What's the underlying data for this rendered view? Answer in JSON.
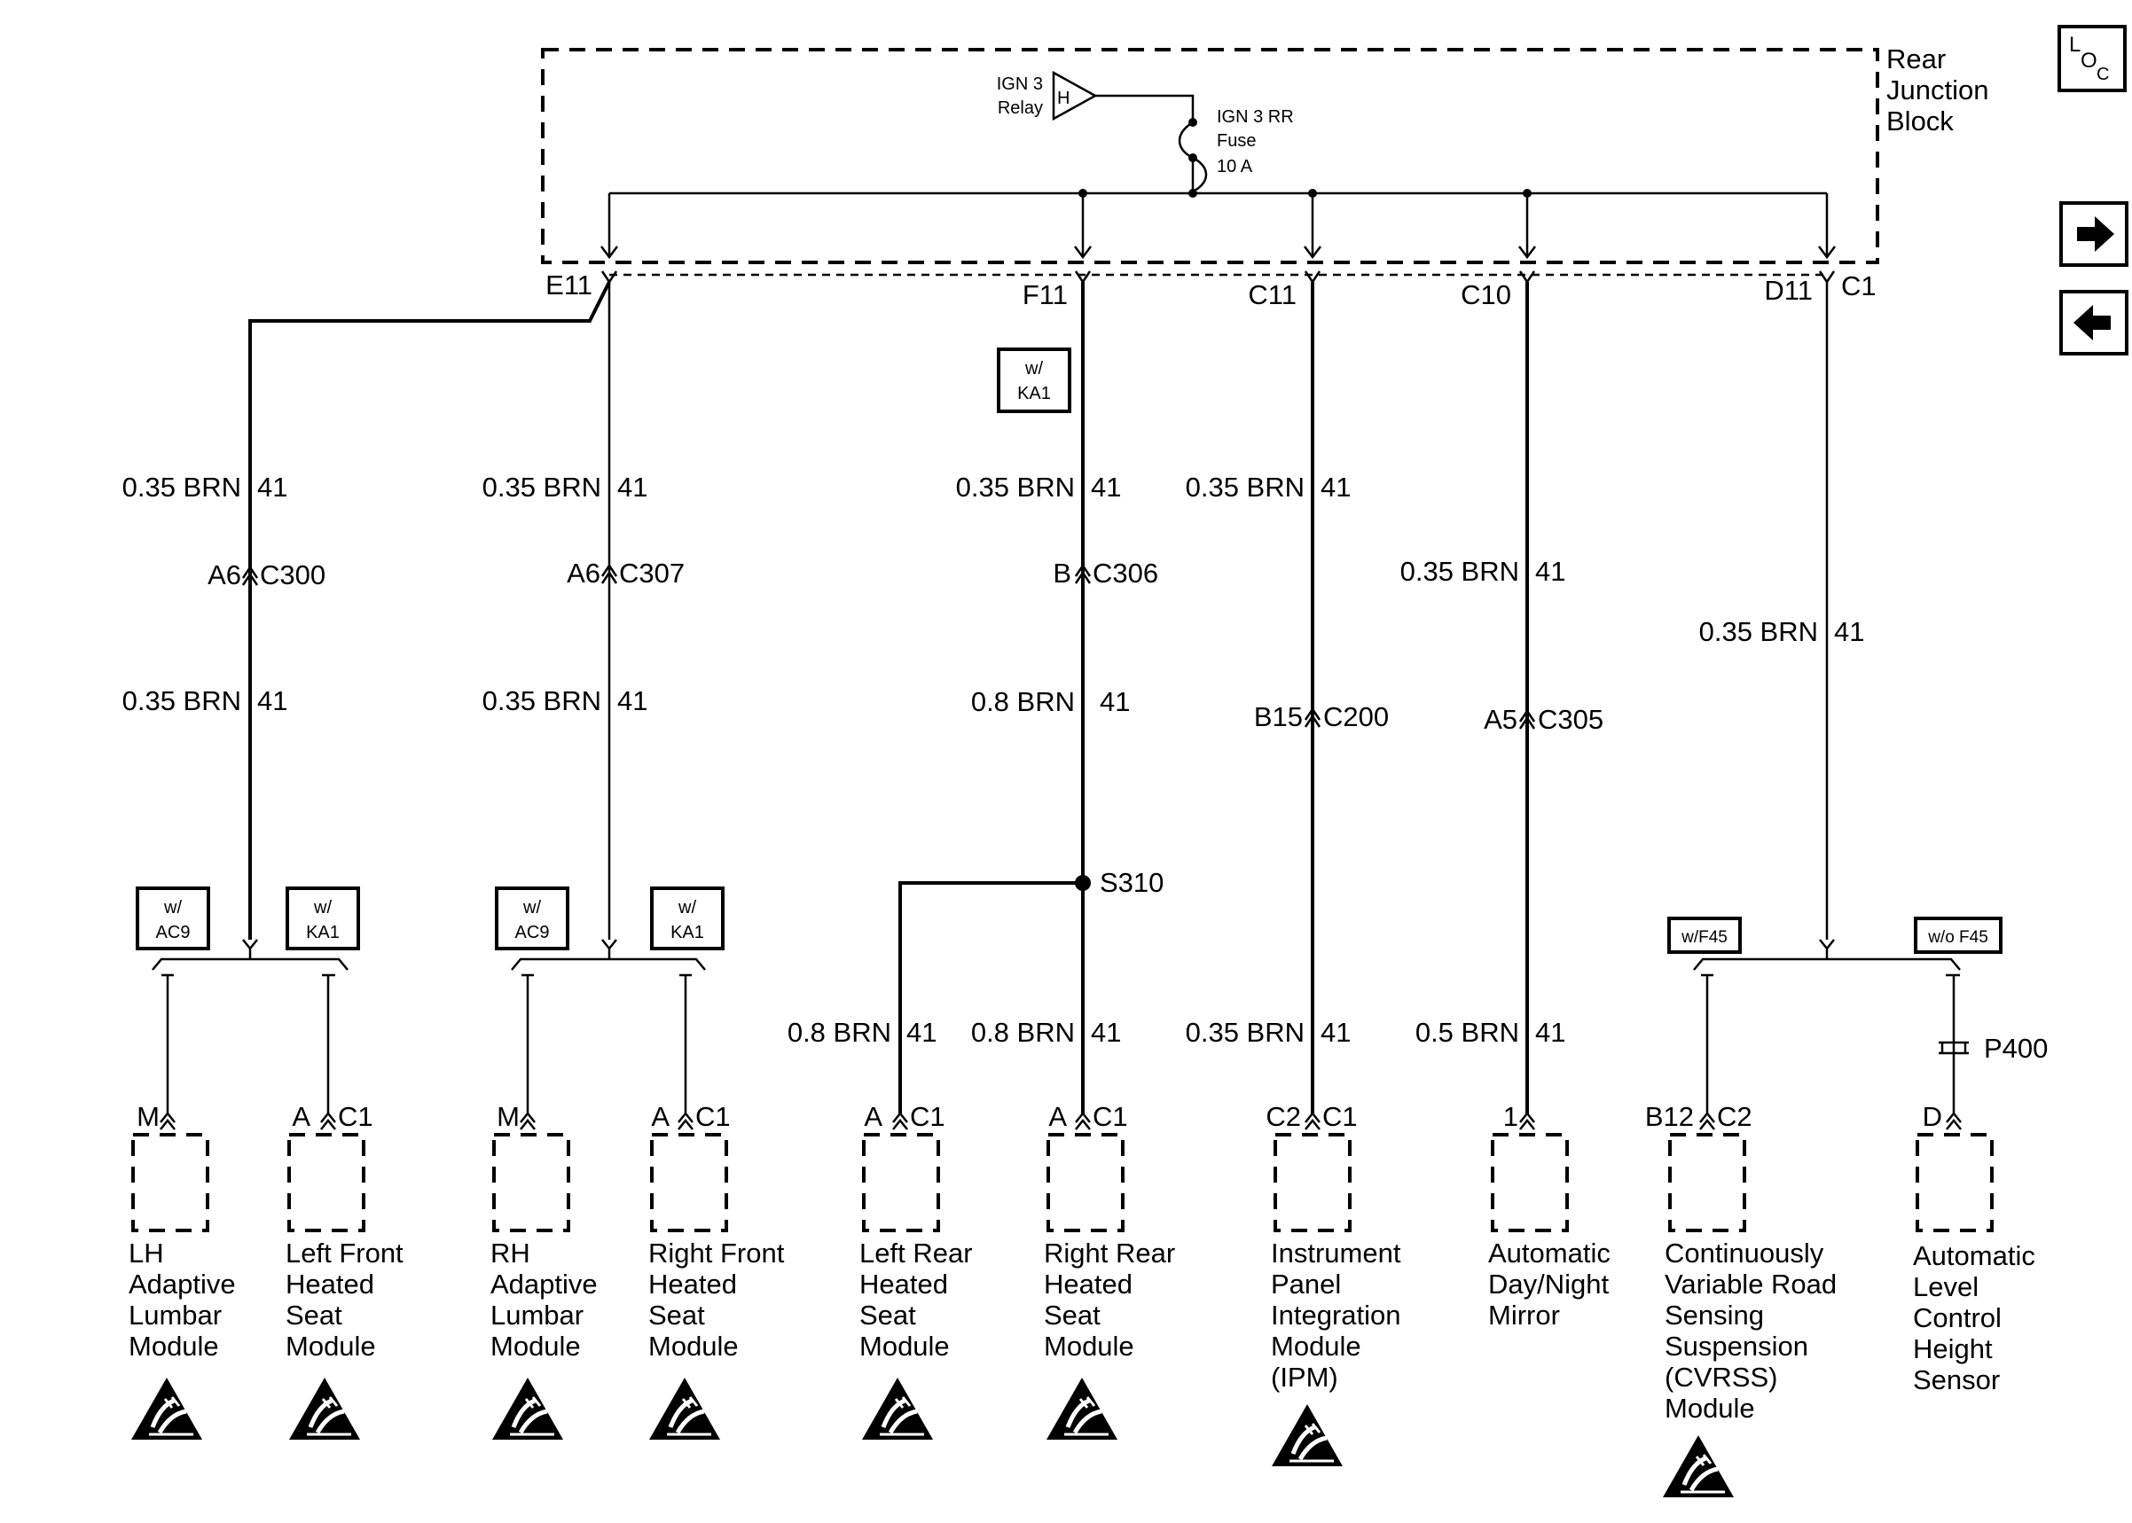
{
  "junction_block": {
    "title_lines": [
      "Rear",
      "Junction",
      "Block"
    ],
    "relay_lines": [
      "IGN 3",
      "Relay"
    ],
    "relay_symbol": "H",
    "fuse_lines": [
      "IGN 3 RR",
      "Fuse",
      "10 A"
    ]
  },
  "nav": {
    "loc_label_l": "L",
    "loc_label_o": "O",
    "loc_label_c": "C",
    "next_icon": "arrow-right-icon",
    "prev_icon": "arrow-left-icon"
  },
  "terminals": {
    "e11": "E11",
    "f11": "F11",
    "c11": "C11",
    "c10": "C10",
    "d11": "D11",
    "c1": "C1"
  },
  "options": {
    "ka1_top": [
      "w/",
      "KA1"
    ],
    "ac9_left": [
      "w/",
      "AC9"
    ],
    "ka1_left": [
      "w/",
      "KA1"
    ],
    "ac9_right": [
      "w/",
      "AC9"
    ],
    "ka1_right": [
      "w/",
      "KA1"
    ],
    "wf45": "w/F45",
    "wof45": "w/o F45"
  },
  "wire_labels": {
    "w1_top": "0.35 BRN",
    "w1_top_ckt": "41",
    "w1_bot": "0.35 BRN",
    "w1_bot_ckt": "41",
    "w2_top": "0.35 BRN",
    "w2_top_ckt": "41",
    "w2_bot": "0.35 BRN",
    "w2_bot_ckt": "41",
    "w3_top": "0.35 BRN",
    "w3_top_ckt": "41",
    "w3_bot": "0.8 BRN",
    "w3_bot_ckt": "41",
    "w3a": "0.8 BRN",
    "w3a_ckt": "41",
    "w3b": "0.8 BRN",
    "w3b_ckt": "41",
    "w4_top": "0.35 BRN",
    "w4_top_ckt": "41",
    "w4_bot": "0.35 BRN",
    "w4_bot_ckt": "41",
    "w5_top": "0.35 BRN",
    "w5_top_ckt": "41",
    "w5_bot": "0.5 BRN",
    "w5_bot_ckt": "41",
    "w6_top": "0.35 BRN",
    "w6_top_ckt": "41"
  },
  "connectors": {
    "c300_pin": "A6",
    "c300": "C300",
    "c307_pin": "A6",
    "c307": "C307",
    "c306_pin": "B",
    "c306": "C306",
    "c200_pin": "B15",
    "c200": "C200",
    "c305_pin": "A5",
    "c305": "C305",
    "splice": "S310",
    "p400": "P400"
  },
  "module_pins": {
    "m1": "M",
    "m2_pin": "A",
    "m2_conn": "C1",
    "m3": "M",
    "m4_pin": "A",
    "m4_conn": "C1",
    "m5_pin": "A",
    "m5_conn": "C1",
    "m6_pin": "A",
    "m6_conn": "C1",
    "m7_pin": "C2",
    "m7_conn": "C1",
    "m8": "1",
    "m9_pin": "B12",
    "m9_conn": "C2",
    "m10": "D"
  },
  "modules": [
    {
      "lines": [
        "LH",
        "Adaptive",
        "Lumbar",
        "Module"
      ],
      "esd": true
    },
    {
      "lines": [
        "Left Front",
        "Heated",
        "Seat",
        "Module"
      ],
      "esd": true
    },
    {
      "lines": [
        "RH",
        "Adaptive",
        "Lumbar",
        "Module"
      ],
      "esd": true
    },
    {
      "lines": [
        "Right Front",
        "Heated",
        "Seat",
        "Module"
      ],
      "esd": true
    },
    {
      "lines": [
        "Left Rear",
        "Heated",
        "Seat",
        "Module"
      ],
      "esd": true
    },
    {
      "lines": [
        "Right Rear",
        "Heated",
        "Seat",
        "Module"
      ],
      "esd": true
    },
    {
      "lines": [
        "Instrument",
        "Panel",
        "Integration",
        "Module",
        "(IPM)"
      ],
      "esd": true
    },
    {
      "lines": [
        "Automatic",
        "Day/Night",
        "Mirror"
      ],
      "esd": false
    },
    {
      "lines": [
        "Continuously",
        "Variable Road",
        "Sensing",
        "Suspension",
        "(CVRSS)",
        "Module"
      ],
      "esd": true
    },
    {
      "lines": [
        "Automatic",
        "Level",
        "Control",
        "Height",
        "Sensor"
      ],
      "esd": false
    }
  ],
  "icons": {
    "esd": "esd-warning-icon"
  }
}
